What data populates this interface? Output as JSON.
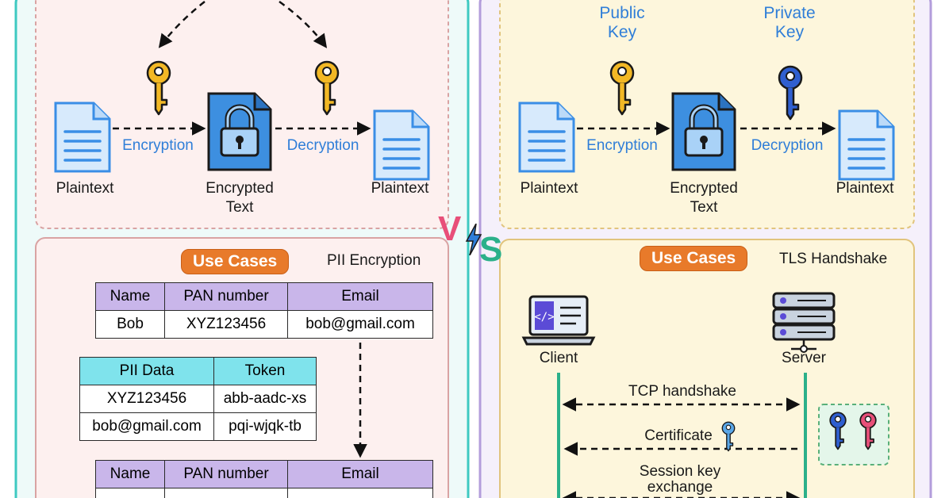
{
  "symmetric": {
    "plaintext_left": "Plaintext",
    "encryption": "Encryption",
    "encrypted_text": "Encrypted\nText",
    "decryption": "Decryption",
    "plaintext_right": "Plaintext",
    "use_cases_badge": "Use Cases",
    "use_case_title": "PII Encryption",
    "table1": {
      "headers": [
        "Name",
        "PAN number",
        "Email"
      ],
      "rows": [
        [
          "Bob",
          "XYZ123456",
          "bob@gmail.com"
        ]
      ]
    },
    "table2": {
      "headers": [
        "PII Data",
        "Token"
      ],
      "rows": [
        [
          "XYZ123456",
          "abb-aadc-xs"
        ],
        [
          "bob@gmail.com",
          "pqi-wjqk-tb"
        ]
      ]
    },
    "table3": {
      "headers": [
        "Name",
        "PAN number",
        "Email"
      ]
    }
  },
  "asymmetric": {
    "public_key": "Public\nKey",
    "private_key": "Private\nKey",
    "plaintext_left": "Plaintext",
    "encryption": "Encryption",
    "encrypted_text": "Encrypted\nText",
    "decryption": "Decryption",
    "plaintext_right": "Plaintext",
    "use_cases_badge": "Use Cases",
    "use_case_title": "TLS Handshake",
    "client": "Client",
    "server": "Server",
    "tcp_handshake": "TCP handshake",
    "certificate": "Certificate",
    "session_key_exchange": "Session key\nexchange"
  },
  "vs": {
    "v": "V",
    "s": "S"
  },
  "colors": {
    "left_panel_border": "#3ec9c1",
    "right_panel_border": "#b39ddb",
    "gold_key": "#f2b825",
    "blue_key": "#2f5fd0",
    "pink_key": "#e84f79",
    "accent_orange": "#e87a2a",
    "doc_blue": "#4a90e2"
  }
}
